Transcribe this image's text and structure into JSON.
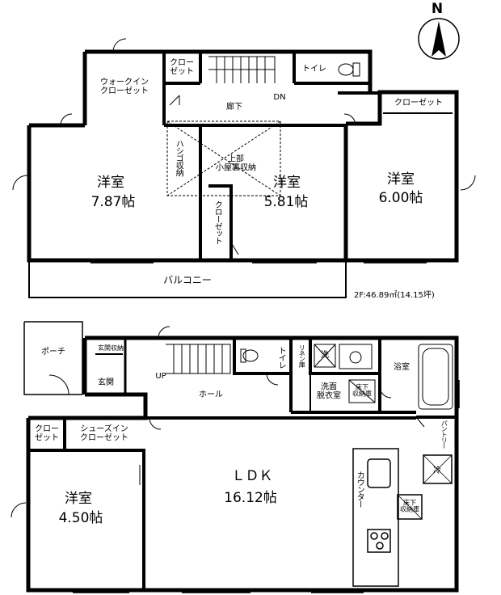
{
  "compass": {
    "north": "N"
  },
  "floor2": {
    "walk_in_closet": "ウォークイン\nクローゼット",
    "closet_top": "クロー\nゼット",
    "toilet": "トイレ",
    "dn": "DN",
    "hallway": "廊下",
    "closet_right": "クローゼット",
    "ladder_storage": "ハシゴ収納",
    "attic_storage": "上部\n小屋裏収納",
    "room_a_name": "洋室",
    "room_a_size": "7.87帖",
    "room_b_name": "洋室",
    "room_b_size": "5.81帖",
    "room_c_name": "洋室",
    "room_c_size": "6.00帖",
    "closet_mid": "クローゼット",
    "balcony": "バルコニー",
    "area": "2F:46.89㎡(14.15坪)"
  },
  "floor1": {
    "porch": "ポーチ",
    "entrance_storage": "玄関収納",
    "entrance": "玄関",
    "up": "UP",
    "toilet": "トイレ",
    "linen": "リネン庫",
    "wash": "洗",
    "bath": "浴室",
    "hall": "ホール",
    "washroom": "洗面\n脱衣室",
    "underfloor_a": "床下\n収納庫",
    "pantry": "パントリー",
    "closet": "クロー\nゼット",
    "shoes_closet": "シューズイン\nクローゼット",
    "ldk_name": "ＬＤＫ",
    "ldk_size": "16.12帖",
    "counter": "カウンター",
    "fridge": "冷",
    "underfloor_b": "床下\n収納庫",
    "room_name": "洋室",
    "room_size": "4.50帖"
  }
}
